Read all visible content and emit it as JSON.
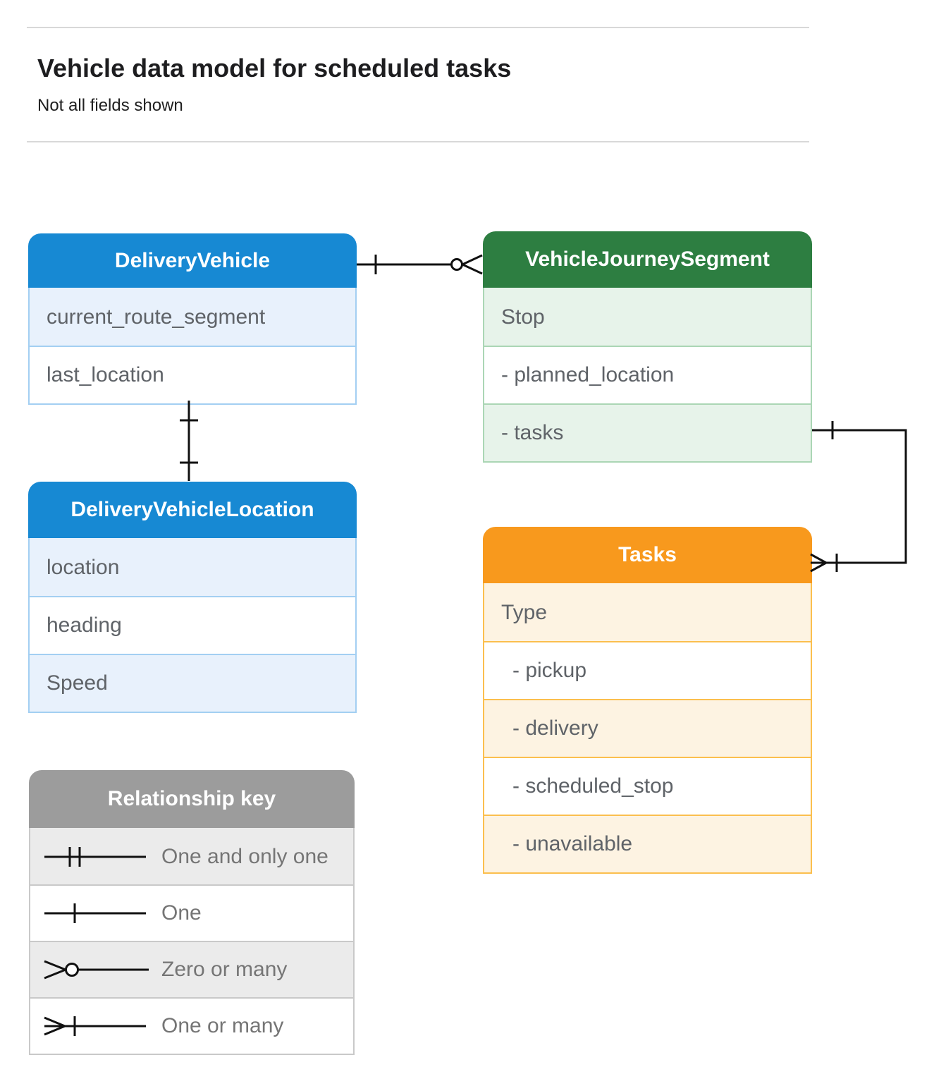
{
  "page": {
    "title": "Vehicle data model for scheduled tasks",
    "subtitle": "Not all fields shown"
  },
  "entities": {
    "delivery_vehicle": {
      "title": "DeliveryVehicle",
      "rows": [
        "current_route_segment",
        "last_location"
      ]
    },
    "vehicle_journey_segment": {
      "title": "VehicleJourneySegment",
      "rows": [
        "Stop",
        "- planned_location",
        "- tasks"
      ]
    },
    "delivery_vehicle_location": {
      "title": "DeliveryVehicleLocation",
      "rows": [
        "location",
        "heading",
        "Speed"
      ]
    },
    "tasks": {
      "title": "Tasks",
      "rows": [
        "Type",
        "- pickup",
        "- delivery",
        "- scheduled_stop",
        "- unavailable"
      ]
    }
  },
  "legend": {
    "title": "Relationship key",
    "items": [
      {
        "label": "One and only one",
        "symbol": "one-and-only-one"
      },
      {
        "label": "One",
        "symbol": "one"
      },
      {
        "label": "Zero or many",
        "symbol": "zero-or-many"
      },
      {
        "label": "One or many",
        "symbol": "one-or-many"
      }
    ]
  },
  "relationships": [
    {
      "from": "DeliveryVehicle",
      "to": "VehicleJourneySegment",
      "from_cardinality": "one",
      "to_cardinality": "zero-or-many"
    },
    {
      "from": "DeliveryVehicle",
      "to": "DeliveryVehicleLocation",
      "from_cardinality": "one",
      "to_cardinality": "one"
    },
    {
      "from": "VehicleJourneySegment.tasks",
      "to": "Tasks",
      "from_cardinality": "one",
      "to_cardinality": "one-or-many"
    }
  ],
  "colors": {
    "blue_header": "#1789d3",
    "blue_row_tint": "#e8f1fc",
    "blue_border": "#a3cff2",
    "green_header": "#2d7e41",
    "green_row_tint": "#e7f3ea",
    "green_border": "#abd6b5",
    "orange_header": "#f8991d",
    "orange_row_tint": "#fdf3e2",
    "orange_border": "#fbbf4e",
    "gray_header": "#9c9c9c",
    "gray_row_tint": "#ebebeb",
    "field_text": "#5f6368",
    "legend_text": "#757575",
    "connector": "#111111"
  }
}
